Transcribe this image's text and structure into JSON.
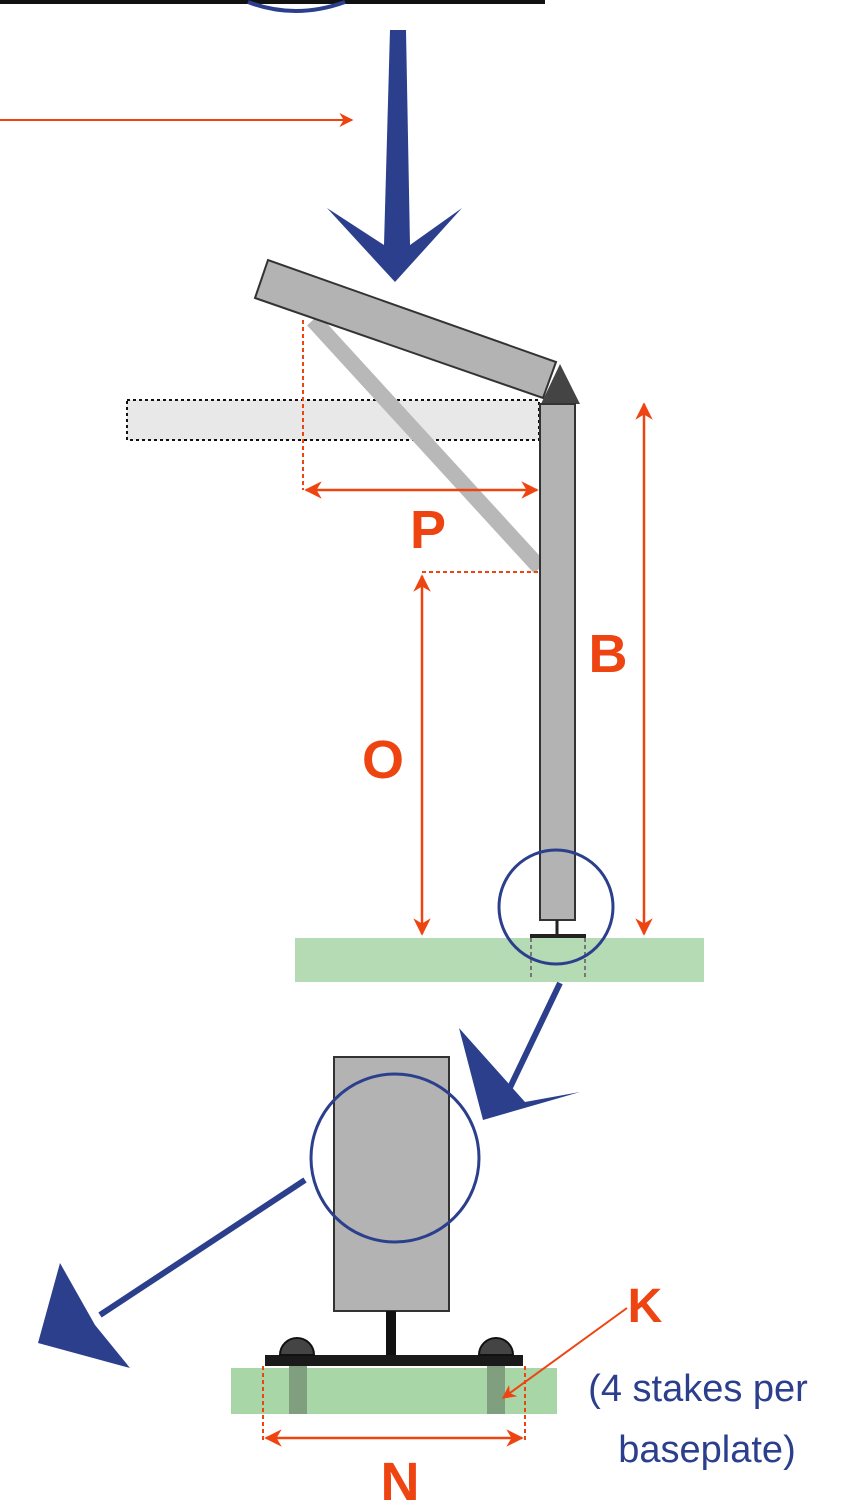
{
  "labels": {
    "P": "P",
    "B": "B",
    "O": "O",
    "K": "K",
    "N": "N"
  },
  "note": {
    "line1": "(4 stakes per",
    "line2": "baseplate)"
  },
  "colors": {
    "dimension": "#ee4411",
    "arrow": "#2b3f8c",
    "steel": "#b3b3b3",
    "steel_outline": "#333333",
    "ground": "#b5dbb5",
    "stake": "#7f9f7f",
    "baseplate": "#1a1a1a"
  }
}
